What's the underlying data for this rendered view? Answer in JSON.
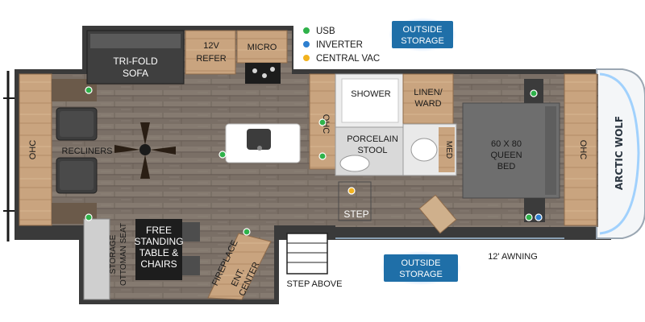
{
  "legend": {
    "items": [
      {
        "label": "USB",
        "color": "#2fb24a"
      },
      {
        "label": "INVERTER",
        "color": "#2d7fd0"
      },
      {
        "label": "CENTRAL VAC",
        "color": "#f2b21e"
      }
    ]
  },
  "badges": {
    "top": [
      "OUTSIDE",
      "STORAGE"
    ],
    "bottom": [
      "OUTSIDE",
      "STORAGE"
    ],
    "color": "#1f6fa8"
  },
  "labels": {
    "tri_fold_sofa": [
      "TRI-FOLD",
      "SOFA"
    ],
    "refer": [
      "12V",
      "REFER"
    ],
    "micro": "MICRO",
    "ohc_front": "OHC",
    "recliners": "RECLINERS",
    "ohc_mid": "OHC",
    "shower": "SHOWER",
    "linen": [
      "LINEN/",
      "WARD"
    ],
    "stool": [
      "PORCELAIN",
      "STOOL"
    ],
    "med": "MED",
    "bed": [
      "60 X 80",
      "QUEEN",
      "BED"
    ],
    "ohc_rear": "OHC",
    "step": "STEP",
    "storage_ottoman": [
      "STORAGE",
      "OTTOMAN SEAT"
    ],
    "table_chairs": [
      "FREE",
      "STANDING",
      "TABLE &",
      "CHAIRS"
    ],
    "fireplace": "FIREPLACE",
    "ent_center": [
      "ENT.",
      "CENTER"
    ],
    "step_above": "STEP ABOVE",
    "awning": "12' AWNING",
    "brand": "ARCTIC WOLF"
  }
}
